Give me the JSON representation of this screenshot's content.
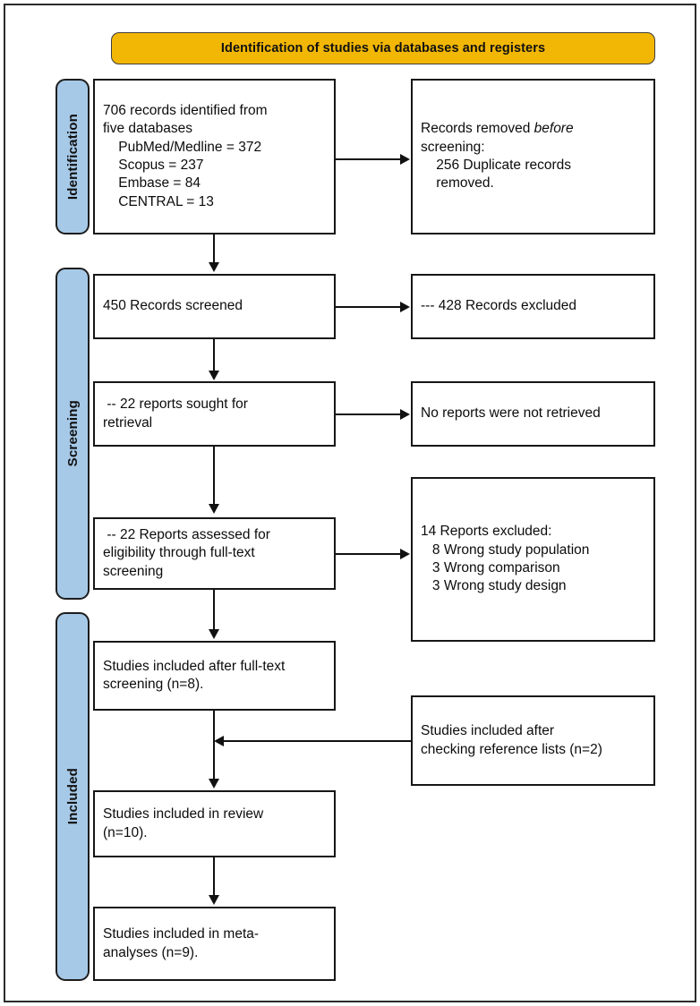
{
  "figure": {
    "type": "prisma-flow-diagram",
    "colors": {
      "banner_fill": "#f2b705",
      "stage_label_fill": "#a6c9e8",
      "line": "#111111",
      "box_fill": "#ffffff",
      "frame": "#2b2b2b"
    }
  },
  "banner": {
    "title": "Identification of studies via databases and registers"
  },
  "stages": [
    {
      "id": "identification",
      "label": "Identification"
    },
    {
      "id": "screening",
      "label": "Screening"
    },
    {
      "id": "included",
      "label": "Included"
    }
  ],
  "boxes": {
    "records_identified": {
      "line1": "706 records identified from",
      "line2": "five databases",
      "sources": [
        {
          "name": "PubMed/Medline",
          "count": 372,
          "text": "PubMed/Medline = 372"
        },
        {
          "name": "Scopus",
          "count": 237,
          "text": "Scopus = 237"
        },
        {
          "name": "Embase",
          "count": 84,
          "text": "Embase = 84"
        },
        {
          "name": "CENTRAL",
          "count": 13,
          "text": "CENTRAL = 13"
        }
      ],
      "total": 706
    },
    "records_removed": {
      "lead": "Records removed ",
      "emphasis": "before",
      "lead2": "\nscreening:",
      "detail": "    256 Duplicate records\n    removed.",
      "duplicates_removed": 256
    },
    "records_screened": {
      "text": "450 Records screened",
      "count": 450
    },
    "records_excluded": {
      "text": "--- 428 Records excluded",
      "count": 428
    },
    "reports_sought": {
      "text": " -- 22 reports sought for\nretrieval",
      "count": 22
    },
    "reports_not_retrieved": {
      "text": "No reports were not retrieved",
      "count": 0
    },
    "reports_assessed": {
      "text": " -- 22 Reports assessed for\neligibility through full-text\nscreening",
      "count": 22
    },
    "reports_excluded": {
      "header": "14 Reports excluded:",
      "total": 14,
      "reasons": [
        {
          "reason": "Wrong study population",
          "count": 8,
          "text": "   8 Wrong study population"
        },
        {
          "reason": "Wrong comparison",
          "count": 3,
          "text": "   3 Wrong comparison"
        },
        {
          "reason": "Wrong study design",
          "count": 3,
          "text": "   3 Wrong study design"
        }
      ]
    },
    "included_fulltext": {
      "text": "Studies included after full-text\nscreening (n=8).",
      "count": 8
    },
    "included_refcheck": {
      "text": "Studies included after\nchecking reference lists (n=2)",
      "count": 2
    },
    "included_review": {
      "text": "Studies included in review\n(n=10).",
      "count": 10
    },
    "included_meta": {
      "text": "Studies included in meta-\nanalyses (n=9).",
      "count": 9
    }
  }
}
